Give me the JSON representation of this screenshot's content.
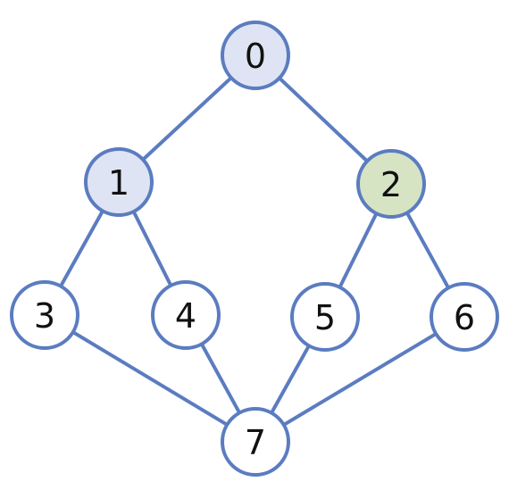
{
  "graph": {
    "colors": {
      "edge": "#5b7cc0",
      "node_border": "#5b7cc0",
      "default_fill": "#ffffff",
      "visited_fill": "#dfe4f4",
      "current_fill": "#d6e4c4",
      "text": "#111111"
    },
    "nodes": [
      {
        "id": "0",
        "label": "0",
        "state": "visited"
      },
      {
        "id": "1",
        "label": "1",
        "state": "visited"
      },
      {
        "id": "2",
        "label": "2",
        "state": "current"
      },
      {
        "id": "3",
        "label": "3",
        "state": "default"
      },
      {
        "id": "4",
        "label": "4",
        "state": "default"
      },
      {
        "id": "5",
        "label": "5",
        "state": "default"
      },
      {
        "id": "6",
        "label": "6",
        "state": "default"
      },
      {
        "id": "7",
        "label": "7",
        "state": "default"
      }
    ],
    "edges": [
      [
        "0",
        "1"
      ],
      [
        "0",
        "2"
      ],
      [
        "1",
        "3"
      ],
      [
        "1",
        "4"
      ],
      [
        "2",
        "5"
      ],
      [
        "2",
        "6"
      ],
      [
        "3",
        "7"
      ],
      [
        "4",
        "7"
      ],
      [
        "5",
        "7"
      ],
      [
        "6",
        "7"
      ]
    ]
  }
}
